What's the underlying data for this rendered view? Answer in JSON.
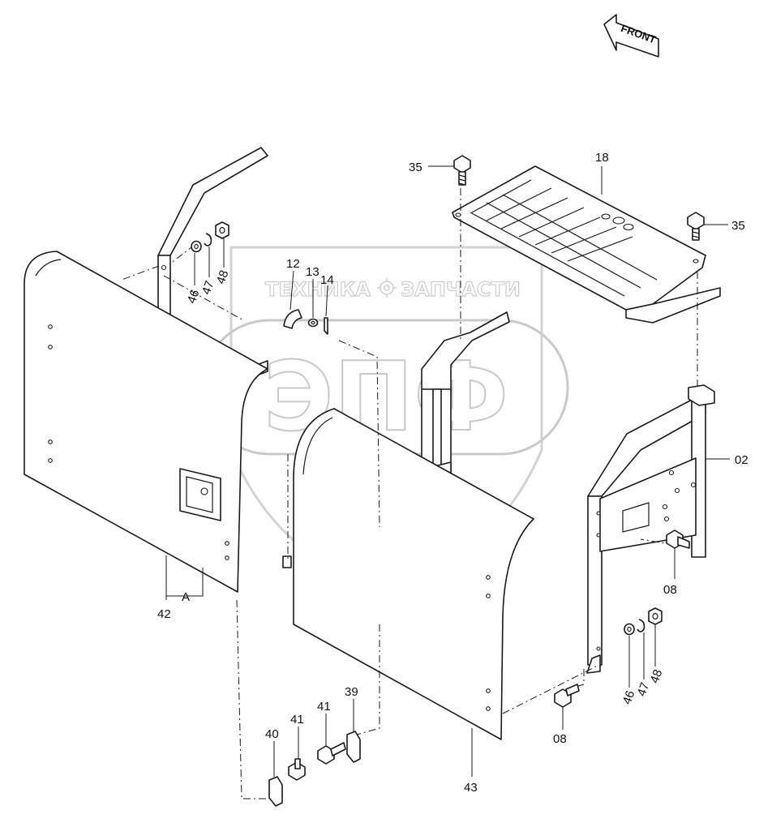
{
  "direction_arrow": {
    "label": "FRONT"
  },
  "watermark": {
    "logo_text": "ЭПФ",
    "left_text": "ТЕХНИКА",
    "right_text": "ЗАПЧАСТИ"
  },
  "callouts": [
    {
      "id": "35a",
      "text": "35"
    },
    {
      "id": "18",
      "text": "18"
    },
    {
      "id": "35b",
      "text": "35"
    },
    {
      "id": "12",
      "text": "12"
    },
    {
      "id": "13",
      "text": "13"
    },
    {
      "id": "14",
      "text": "14"
    },
    {
      "id": "46a",
      "text": "46"
    },
    {
      "id": "47a",
      "text": "47"
    },
    {
      "id": "48a",
      "text": "48"
    },
    {
      "id": "02",
      "text": "02"
    },
    {
      "id": "08a",
      "text": "08"
    },
    {
      "id": "42",
      "text": "42"
    },
    {
      "id": "A",
      "text": "A"
    },
    {
      "id": "46b",
      "text": "46"
    },
    {
      "id": "47b",
      "text": "47"
    },
    {
      "id": "48b",
      "text": "48"
    },
    {
      "id": "08b",
      "text": "08"
    },
    {
      "id": "39",
      "text": "39"
    },
    {
      "id": "41a",
      "text": "41"
    },
    {
      "id": "40",
      "text": "40"
    },
    {
      "id": "41b",
      "text": "41"
    },
    {
      "id": "43",
      "text": "43"
    }
  ]
}
